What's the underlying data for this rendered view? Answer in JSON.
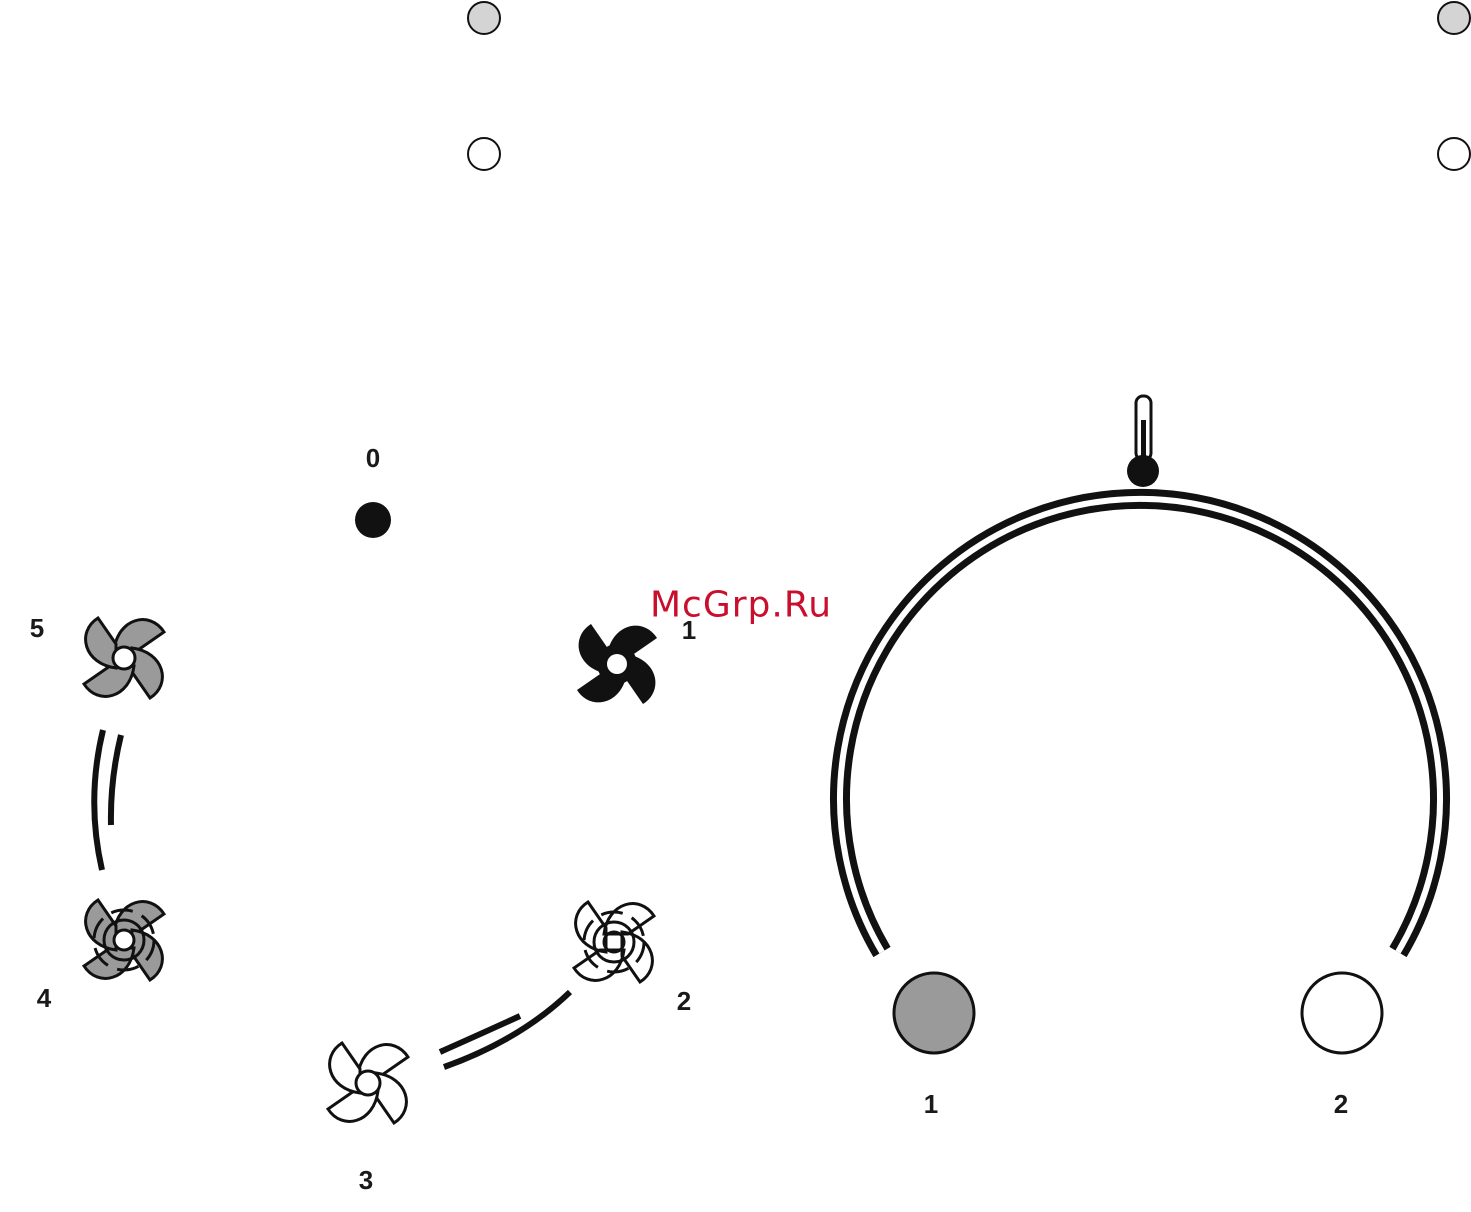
{
  "colors": {
    "ink": "#111111",
    "grey_fill": "#9a9a9a",
    "light_fill": "#d4d4d4",
    "watermark": "#c8102e"
  },
  "top_indicators": {
    "left_top": "grey",
    "left_bottom": "white",
    "right_top": "grey",
    "right_bottom": "white"
  },
  "fan_dial": {
    "positions": [
      {
        "label": "0",
        "icon": "off-dot-icon"
      },
      {
        "label": "1",
        "icon": "fan-solid-icon"
      },
      {
        "label": "2",
        "icon": "fan-ringed-icon"
      },
      {
        "label": "3",
        "icon": "fan-outline-icon"
      },
      {
        "label": "4",
        "icon": "fan-ringed-grey-icon"
      },
      {
        "label": "5",
        "icon": "fan-grey-icon"
      }
    ]
  },
  "thermostat_dial": {
    "icon": "thermometer-icon",
    "positions": [
      {
        "label": "1",
        "fill": "grey"
      },
      {
        "label": "2",
        "fill": "white"
      }
    ]
  },
  "watermark": "McGrp.Ru"
}
